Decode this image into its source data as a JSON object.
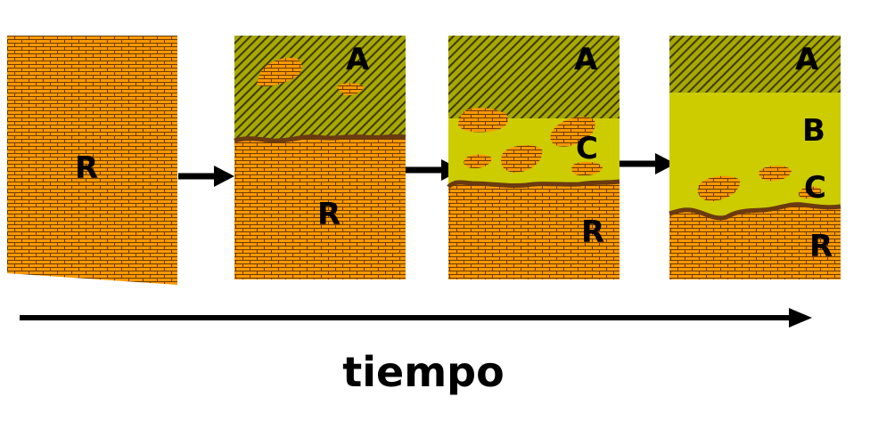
{
  "panels": [
    {
      "labels": [
        "R"
      ]
    },
    {
      "labels": [
        "A",
        "R"
      ]
    },
    {
      "labels": [
        "A",
        "C",
        "R"
      ]
    },
    {
      "labels": [
        "A",
        "B",
        "C",
        "R"
      ]
    }
  ],
  "timeline": {
    "label": "tiempo"
  },
  "colors": {
    "rock": "#ff9900",
    "brick_line": "#6a3a00",
    "horizon_a": "#a8a800",
    "hatch": "#3a3a00",
    "horizon_bc": "#cccc00",
    "boundary": "#6b3a10",
    "arrow": "#000000",
    "text": "#000000"
  }
}
